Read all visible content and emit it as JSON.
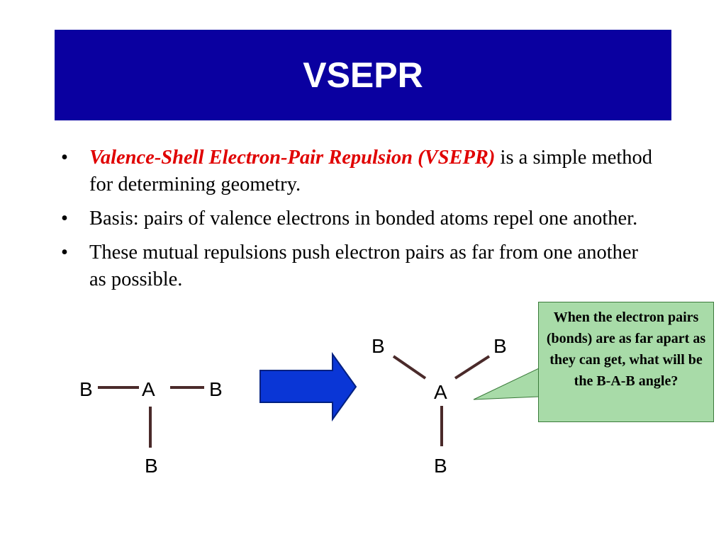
{
  "slide": {
    "title": "VSEPR",
    "bullets": [
      {
        "marker": "•",
        "term": "Valence-Shell Electron-Pair Repulsion (VSEPR)",
        "text": " is a simple method for determining geometry."
      },
      {
        "marker": "•",
        "text": "Basis: pairs of valence electrons in bonded atoms repel one another."
      },
      {
        "marker": "•",
        "text": "These mutual repulsions push electron pairs as far from one another as possible."
      }
    ],
    "callout": "When the electron pairs (bonds) are as far apart as they can get, what will be the B-A-B angle?"
  },
  "diagram": {
    "left_molecule": {
      "center": "A",
      "left": "B",
      "right": "B",
      "bottom": "B"
    },
    "right_molecule": {
      "center": "A",
      "top_left": "B",
      "top_right": "B",
      "bottom": "B"
    }
  },
  "colors": {
    "title_bg": "#0a00a0",
    "title_text": "#ffffff",
    "term_red": "#e00000",
    "bond": "#4a2a2a",
    "arrow_fill": "#0a36d6",
    "callout_bg": "#a8dba8"
  }
}
